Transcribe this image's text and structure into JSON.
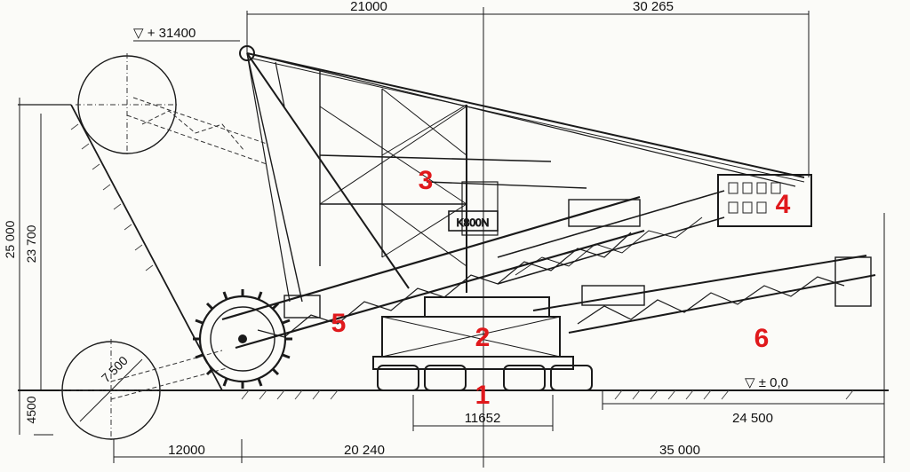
{
  "dimensions": {
    "top_left": "21000",
    "top_right": "30 265",
    "elevation_top": "▽ + 31400",
    "vertical_outer": "25 000",
    "vertical_inner": "23 700",
    "vertical_bottom": "4500",
    "wheel_diameter": "7 500",
    "ground_level": "▽ ± 0,0",
    "track_width": "11652",
    "conveyor_reach": "24 500",
    "bottom_1": "12000",
    "bottom_2": "20 240",
    "bottom_3": "35 000"
  },
  "machine_label": "K800N",
  "markers": [
    "1",
    "2",
    "3",
    "4",
    "5",
    "6"
  ],
  "colors": {
    "marker": "#e0191c",
    "line": "#1a1a1a",
    "paper": "#fbfbf8"
  }
}
